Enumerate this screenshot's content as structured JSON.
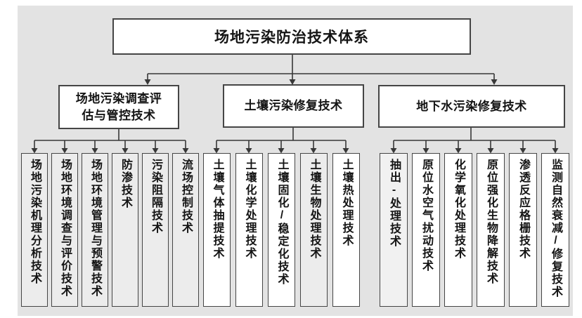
{
  "root": {
    "label": "场地污染防治技术体系"
  },
  "branches": [
    {
      "label": "场地污染调查评估与管控技术",
      "label_lines": [
        "场地污染调查评",
        "估与管控技术"
      ],
      "leaves": [
        "场地污染机理分析技术",
        "场地环境调查与评价技术",
        "场地环境管理与预警技术",
        "防渗技术",
        "污染阻隔技术",
        "流场控制技术"
      ]
    },
    {
      "label": "土壤污染修复技术",
      "leaves": [
        "土壤气体抽提技术",
        "土壤化学处理技术",
        "土壤固化/稳定化技术",
        "土壤生物处理技术",
        "土壤热处理技术"
      ]
    },
    {
      "label": "地下水污染修复技术",
      "leaves": [
        "抽出-处理技术",
        "原位水空气扰动技术",
        "化学氧化处理技术",
        "原位强化生物降解技术",
        "渗透反应格栅技术",
        "监测自然衰减/修复技术"
      ]
    }
  ],
  "colors": {
    "background": "#e3e3e3",
    "box_fill": "#ffffff",
    "leaf_fill_gray": "#ececec",
    "leaf_fill_light": "#f1f1f1",
    "border": "#454545",
    "line": "#383838",
    "text": "#141414"
  }
}
